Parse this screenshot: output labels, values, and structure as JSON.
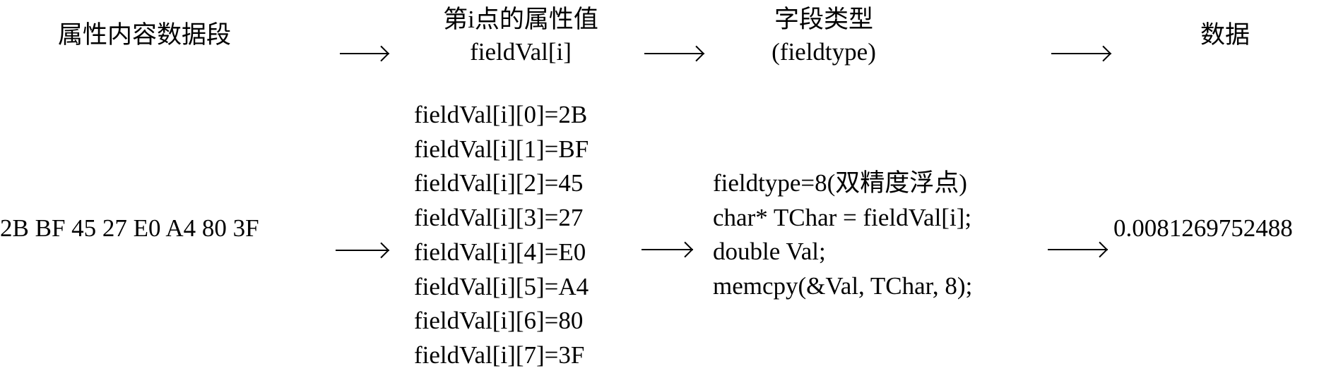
{
  "header": {
    "col1": "属性内容数据段",
    "col2_line1": "第i点的属性值",
    "col2_line2": "fieldVal[i]",
    "col3_line1": "字段类型",
    "col3_line2": "(fieldtype)",
    "col4": "数据"
  },
  "example": {
    "raw_bytes": "2B BF 45 27 E0 A4 80 3F",
    "field_values": [
      "fieldVal[i][0]=2B",
      "fieldVal[i][1]=BF",
      "fieldVal[i][2]=45",
      "fieldVal[i][3]=27",
      "fieldVal[i][4]=E0",
      "fieldVal[i][5]=A4",
      "fieldVal[i][6]=80",
      "fieldVal[i][7]=3F"
    ],
    "code_lines": [
      "fieldtype=8(双精度浮点)",
      "char* TChar = fieldVal[i];",
      "double Val;",
      "memcpy(&Val, TChar, 8);"
    ],
    "result": "0.0081269752488"
  }
}
